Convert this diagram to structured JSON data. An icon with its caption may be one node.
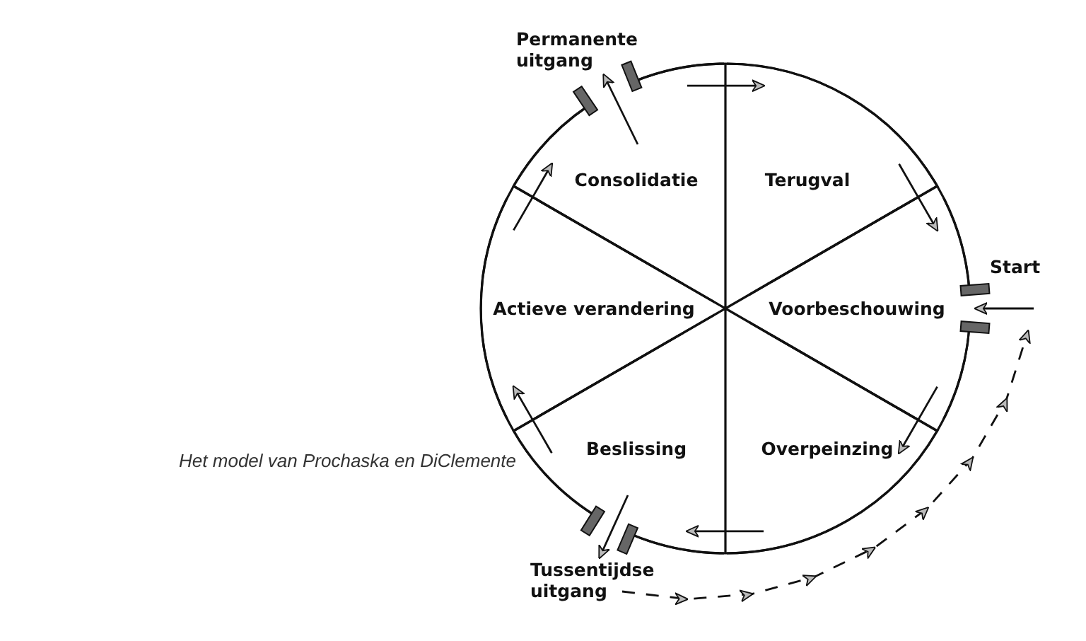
{
  "diagram": {
    "caption": "Het model van Prochaska en DiClemente",
    "nodes": [
      {
        "text": [
          "Permanente uitgang"
        ]
      },
      {
        "text": [
          "Consolidatie"
        ]
      },
      {
        "text": [
          "Terugval"
        ]
      },
      {
        "text": [
          "Actieve verandering"
        ]
      },
      {
        "text": [
          "Voorbeschouwing"
        ]
      },
      {
        "text": [
          "Beslissing"
        ]
      },
      {
        "text": [
          "Overpeinzing"
        ]
      },
      {
        "text": [
          "Tussentijdse uitgang"
        ]
      }
    ],
    "edges": [
      {
        "from": 1,
        "to": 2,
        "arrow": "to"
      },
      {
        "from": 2,
        "to": 4,
        "arrow": "to"
      },
      {
        "from": 4,
        "to": 6,
        "arrow": "to"
      },
      {
        "from": 6,
        "to": 5,
        "arrow": "to"
      },
      {
        "from": 5,
        "to": 3,
        "arrow": "to"
      },
      {
        "from": 3,
        "to": 1,
        "arrow": "to"
      },
      {
        "from": 1,
        "to": 0,
        "arrow": "to"
      },
      {
        "from": 5,
        "to": 7,
        "arrow": "to"
      },
      {
        "from": null,
        "to": 4,
        "arrow": "to",
        "label": "Start"
      },
      {
        "from": 7,
        "to": 4,
        "arrow": "to",
        "style": "dashed"
      }
    ]
  }
}
